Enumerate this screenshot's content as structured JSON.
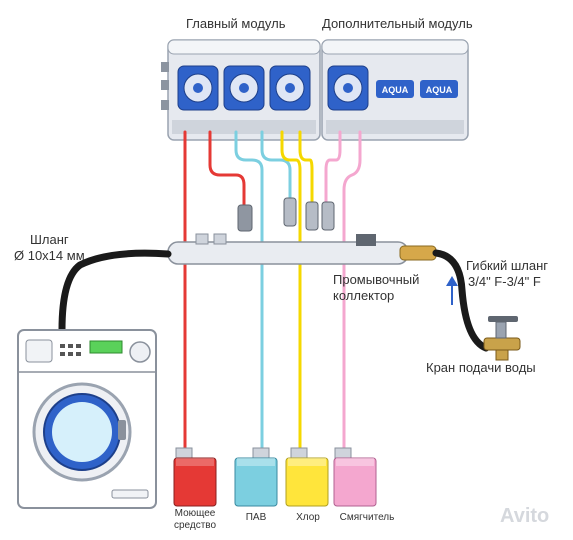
{
  "modules": {
    "main_label": "Главный модуль",
    "extra_label": "Дополнительный модуль",
    "brand_badge": "AQUA",
    "pump_count_main": 3,
    "pump_count_extra": 1
  },
  "labels": {
    "hose_line1": "Шланг",
    "hose_line2": "Ø 10x14 мм",
    "collector_line1": "Промывочный",
    "collector_line2": "коллектор",
    "flex_hose_line1": "Гибкий шланг",
    "flex_hose_line2": "3/4\" F-3/4\" F",
    "water_valve": "Кран подачи воды"
  },
  "canisters": [
    {
      "label_line1": "Моющее",
      "label_line2": "средство",
      "color": "#e53935"
    },
    {
      "label_line1": "ПАВ",
      "label_line2": "",
      "color": "#7ccfe0"
    },
    {
      "label_line1": "Хлор",
      "label_line2": "",
      "color": "#ffe53b"
    },
    {
      "label_line1": "Смягчитель",
      "label_line2": "",
      "color": "#f4a7cf"
    }
  ],
  "colors": {
    "tube_red": "#e53935",
    "tube_cyan": "#7ccfe0",
    "tube_yellow": "#f5d800",
    "tube_pink": "#f4a7cf",
    "module_body": "#e6e9ef",
    "pump_blue": "#2f62c9",
    "hose_black": "#1a1a1a"
  },
  "watermark": "Avito"
}
